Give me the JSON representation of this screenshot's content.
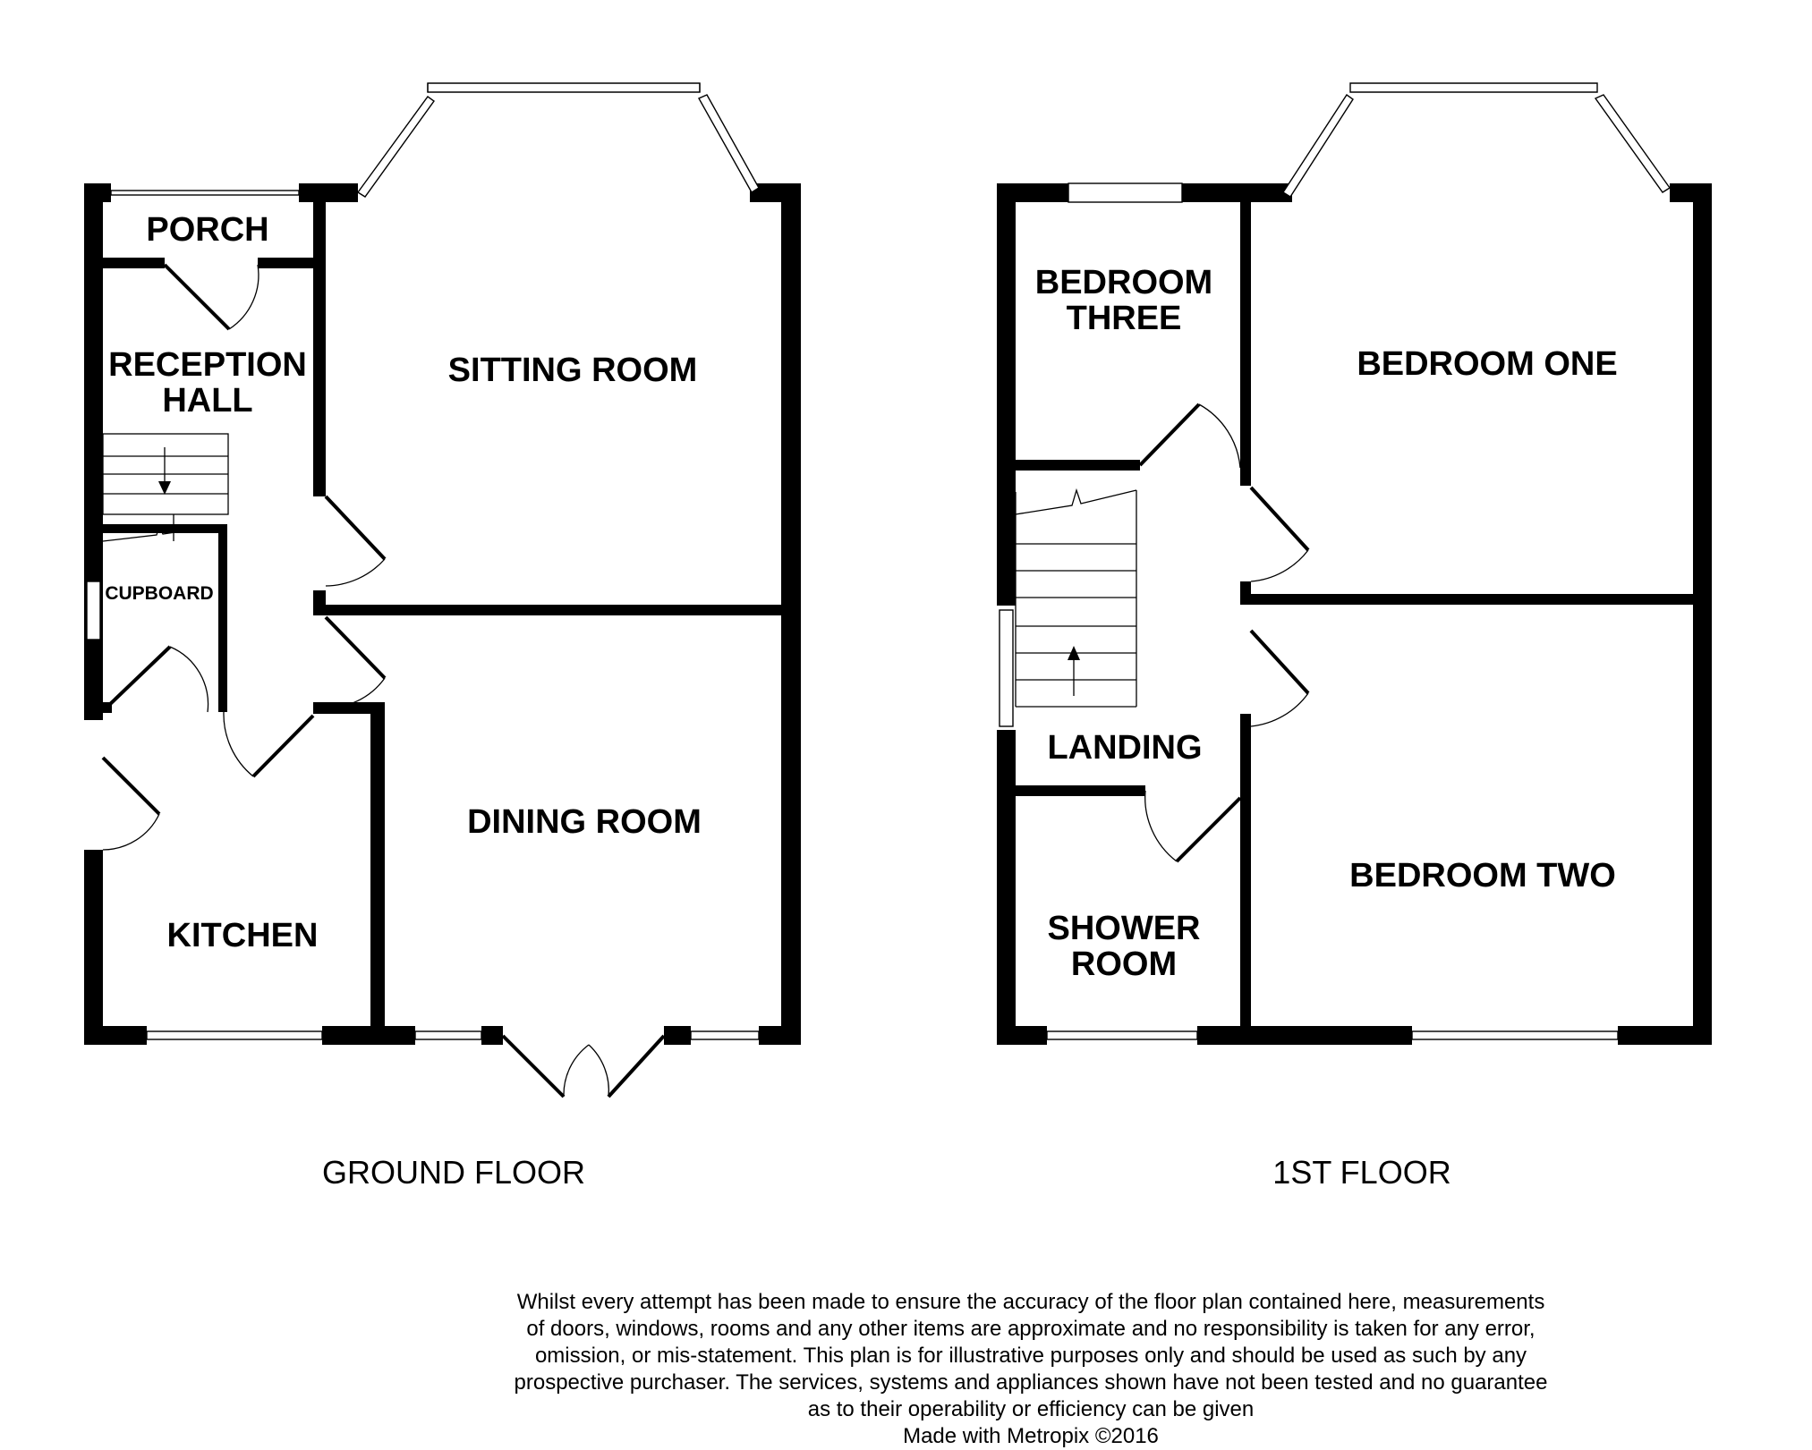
{
  "ground_floor": {
    "title": "GROUND FLOOR",
    "rooms": {
      "porch": "PORCH",
      "reception_hall": "RECEPTION\nHALL",
      "sitting_room": "SITTING ROOM",
      "cupboard": "CUPBOARD",
      "dining_room": "DINING ROOM",
      "kitchen": "KITCHEN"
    }
  },
  "first_floor": {
    "title": "1ST FLOOR",
    "rooms": {
      "bedroom_three": "BEDROOM\nTHREE",
      "bedroom_one": "BEDROOM ONE",
      "landing": "LANDING",
      "shower_room": "SHOWER\nROOM",
      "bedroom_two": "BEDROOM TWO"
    }
  },
  "disclaimer": {
    "line1": "Whilst every attempt has been made to ensure the accuracy of the floor plan contained here, measurements",
    "line2": "of doors, windows, rooms and any other items are approximate and no responsibility is taken for any error,",
    "line3": "omission, or mis-statement. This plan is for illustrative purposes only and should be used as such by any",
    "line4": "prospective purchaser. The services, systems and appliances shown have not been tested and no guarantee",
    "line5": "as to their operability or efficiency can be given",
    "credit": "Made with Metropix ©2016"
  },
  "colors": {
    "wall": "#000000",
    "background": "#ffffff"
  }
}
